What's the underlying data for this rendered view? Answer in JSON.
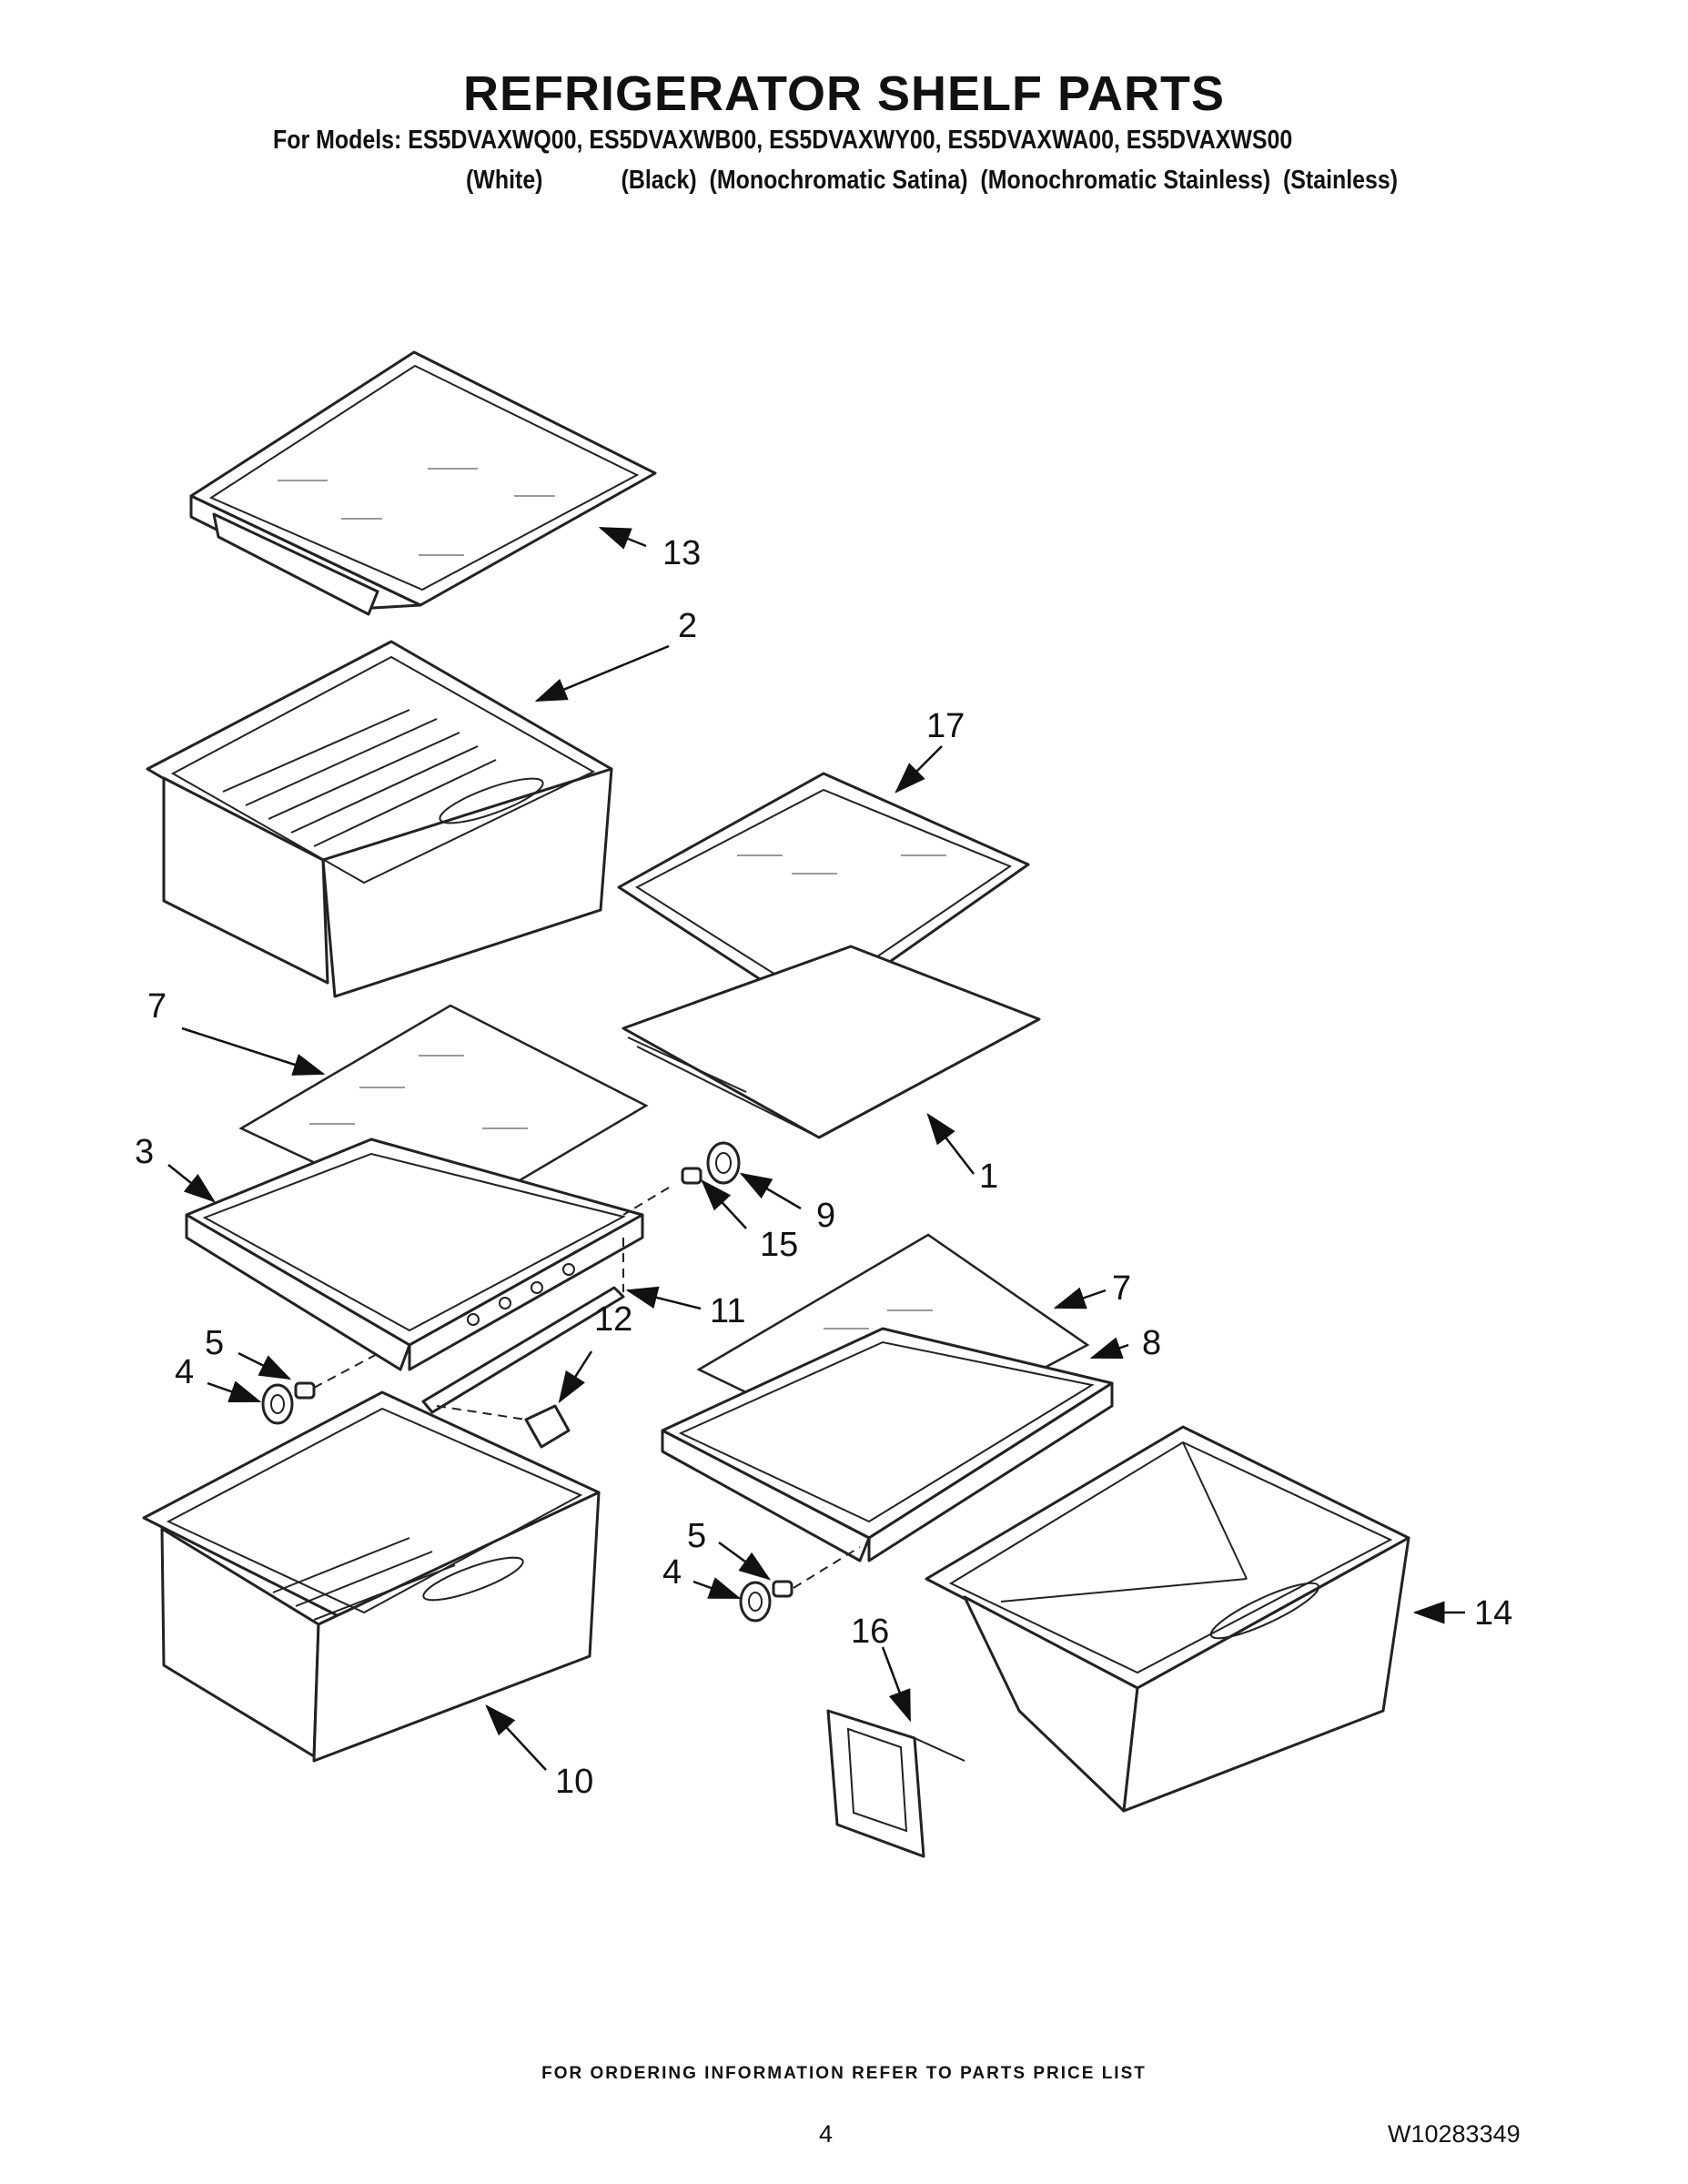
{
  "title": "REFRIGERATOR SHELF PARTS",
  "models_line": "For Models: ES5DVAXWQ00, ES5DVAXWB00, ES5DVAXWY00, ES5DVAXWA00, ES5DVAXWS00",
  "colors": [
    "(White)",
    "(Black)",
    "(Monochromatic Satina)",
    "(Monochromatic Stainless)",
    "(Stainless)"
  ],
  "callouts": {
    "c13": "13",
    "c2": "2",
    "c17": "17",
    "c7a": "7",
    "c1": "1",
    "c3": "3",
    "c9": "9",
    "c15": "15",
    "c11": "11",
    "c7b": "7",
    "c8": "8",
    "c5a": "5",
    "c12": "12",
    "c4a": "4",
    "c5b": "5",
    "c4b": "4",
    "c14": "14",
    "c16": "16",
    "c10": "10"
  },
  "footer": "FOR ORDERING INFORMATION REFER TO PARTS PRICE LIST",
  "page_number": "4",
  "doc_number": "W10283349"
}
